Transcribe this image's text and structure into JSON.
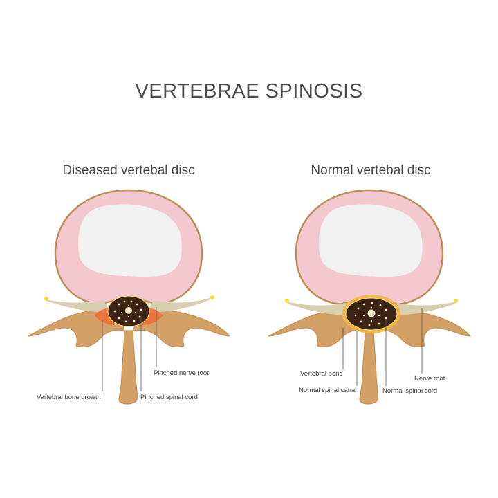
{
  "title": "VERTEBRAE SPINOSIS",
  "diseased": {
    "heading": "Diseased vertebal disc",
    "labels": {
      "bone_growth": "Vartebral bone growth",
      "pinched_cord": "Pinched spinal cord",
      "pinched_nerve": "Pinched nerve root"
    }
  },
  "normal": {
    "heading": "Normal vertebal disc",
    "labels": {
      "bone": "Vertebral bone",
      "canal": "Normal spinal canal",
      "cord": "Normal spinal cord",
      "nerve": "Nerve root"
    }
  },
  "colors": {
    "bone": "#d3a065",
    "bone_outline": "#b7834a",
    "disc_outer": "#f3c9cf",
    "disc_inner": "#f1f1f1",
    "nerve": "#d8cfb0",
    "nerve_tip": "#f2df2a",
    "cord": "#3b2414",
    "cord_dots": "#efe6c4",
    "inflamed": "#f06b34",
    "canal_ring": "#f2b63a",
    "leader": "#555555"
  }
}
